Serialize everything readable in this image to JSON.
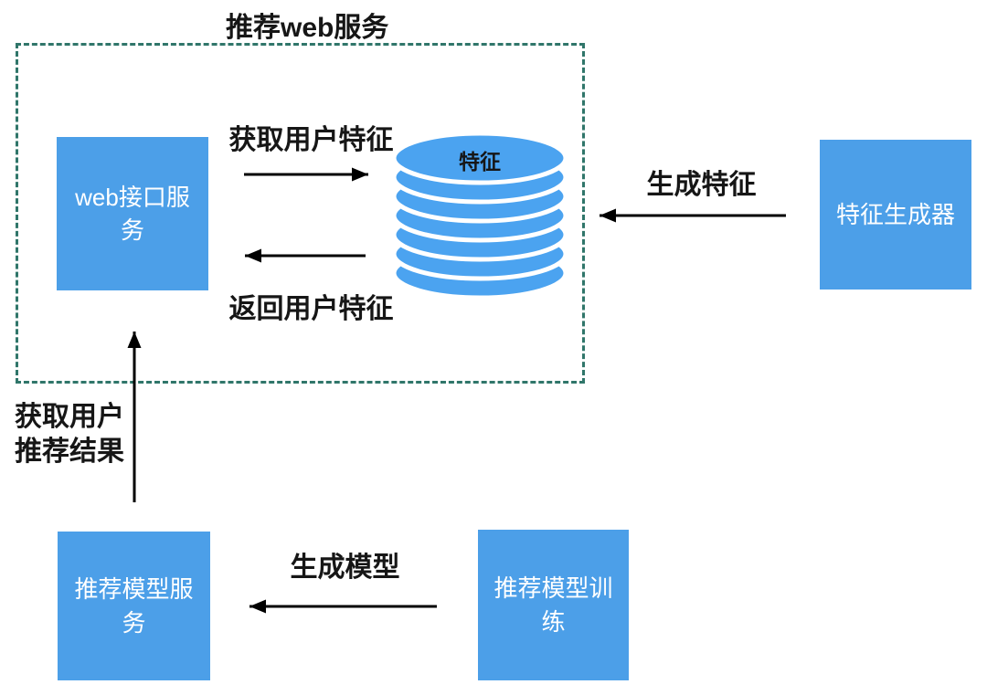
{
  "diagram": {
    "title": "推荐web服务",
    "nodes": {
      "web_service": {
        "label": "web接口服务",
        "shape": "rect"
      },
      "feature_store": {
        "label": "特征",
        "shape": "database-cylinder"
      },
      "feature_generator": {
        "label": "特征生成器",
        "shape": "rect"
      },
      "model_service": {
        "label": "推荐模型服务",
        "shape": "rect"
      },
      "model_training": {
        "label": "推荐模型训练",
        "shape": "rect"
      }
    },
    "edges": {
      "get_user_features": {
        "label": "获取用户特征",
        "from": "web_service",
        "to": "feature_store"
      },
      "return_user_features": {
        "label": "返回用户特征",
        "from": "feature_store",
        "to": "web_service"
      },
      "generate_features": {
        "label": "生成特征",
        "from": "feature_generator",
        "to": "feature_store"
      },
      "get_user_recommendations": {
        "label": "获取用户\n推荐结果",
        "from": "model_service",
        "to": "web_service"
      },
      "generate_model": {
        "label": "生成模型",
        "from": "model_training",
        "to": "model_service"
      }
    },
    "colors": {
      "node_fill": "#4C9FE8",
      "cylinder_fill": "#4BA3F0",
      "node_text": "#FFFFFF",
      "boundary_border": "#30766A",
      "label_text": "#161616",
      "arrow": "#000000",
      "background": "#FFFFFF"
    }
  }
}
